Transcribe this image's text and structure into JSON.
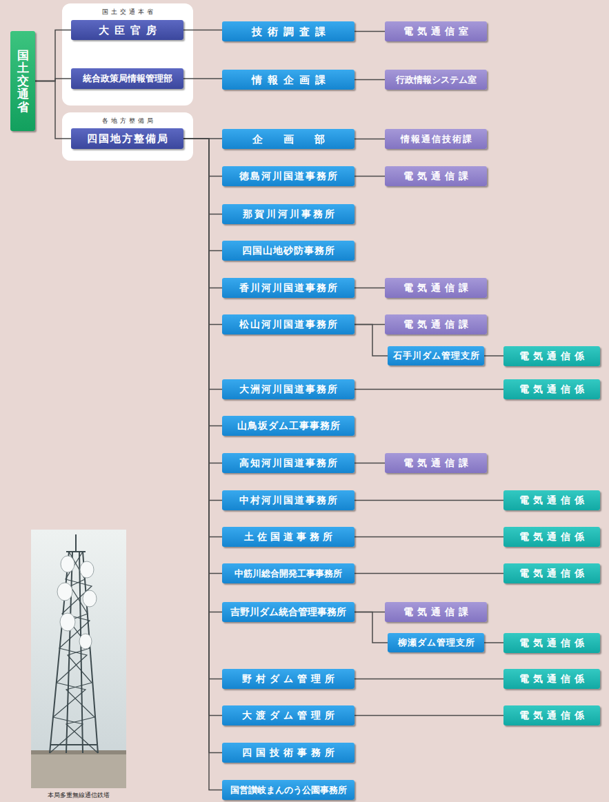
{
  "diagram": {
    "nodes": [
      {
        "text": [
          "国土交通省"
        ]
      },
      {
        "text": [
          "国土交通本省"
        ]
      },
      {
        "text": [
          "大臣官房"
        ],
        "in": 1
      },
      {
        "text": [
          "統合政策局情報管理部"
        ],
        "in": 1
      },
      {
        "text": [
          "技術調査課"
        ]
      },
      {
        "text": [
          "電気通信室"
        ]
      },
      {
        "text": [
          "情報企画課"
        ]
      },
      {
        "text": [
          "行政情報システム室"
        ]
      },
      {
        "text": [
          "各地方整備局"
        ]
      },
      {
        "text": [
          "四国地方整備局"
        ],
        "in": 8
      },
      {
        "text": [
          "企画部"
        ]
      },
      {
        "text": [
          "情報通信技術課"
        ]
      },
      {
        "text": [
          "徳島河川国道事務所"
        ]
      },
      {
        "text": [
          "電気通信課"
        ]
      },
      {
        "text": [
          "那賀川河川事務所"
        ]
      },
      {
        "text": [
          "四国山地砂防事務所"
        ]
      },
      {
        "text": [
          "香川河川国道事務所"
        ]
      },
      {
        "text": [
          "電気通信課"
        ]
      },
      {
        "text": [
          "松山河川国道事務所"
        ]
      },
      {
        "text": [
          "電気通信課"
        ]
      },
      {
        "text": [
          "石手川ダム管理支所"
        ]
      },
      {
        "text": [
          "電気通信係"
        ]
      },
      {
        "text": [
          "大洲河川国道事務所"
        ]
      },
      {
        "text": [
          "電気通信係"
        ]
      },
      {
        "text": [
          "山鳥坂ダム工事事務所"
        ]
      },
      {
        "text": [
          "高知河川国道事務所"
        ]
      },
      {
        "text": [
          "電気通信課"
        ]
      },
      {
        "text": [
          "中村河川国道事務所"
        ]
      },
      {
        "text": [
          "電気通信係"
        ]
      },
      {
        "text": [
          "土佐国道事務所"
        ]
      },
      {
        "text": [
          "電気通信係"
        ]
      },
      {
        "text": [
          "中筋川総合開発工事事務所"
        ]
      },
      {
        "text": [
          "電気通信係"
        ]
      },
      {
        "text": [
          "吉野川ダム統合管理事務所"
        ]
      },
      {
        "text": [
          "電気通信課"
        ]
      },
      {
        "text": [
          "柳瀬ダム管理支所"
        ]
      },
      {
        "text": [
          "電気通信係"
        ]
      },
      {
        "text": [
          "野村ダム管理所"
        ]
      },
      {
        "text": [
          "電気通信係"
        ]
      },
      {
        "text": [
          "大渡ダム管理所"
        ]
      },
      {
        "text": [
          "電気通信係"
        ]
      },
      {
        "text": [
          "四国技術事務所"
        ]
      },
      {
        "text": [
          "国営讃岐まんのう公園事務所"
        ]
      }
    ],
    "edges": [
      {
        "from": 0,
        "to": 2,
        "arrow": "none"
      },
      {
        "from": 0,
        "to": 3,
        "arrow": "none"
      },
      {
        "from": 0,
        "to": 9,
        "arrow": "none"
      },
      {
        "from": 2,
        "to": 4,
        "arrow": "none"
      },
      {
        "from": 4,
        "to": 5,
        "arrow": "none"
      },
      {
        "from": 3,
        "to": 6,
        "arrow": "none"
      },
      {
        "from": 6,
        "to": 7,
        "arrow": "none"
      },
      {
        "from": 9,
        "to": 10,
        "arrow": "none"
      },
      {
        "from": 10,
        "to": 11,
        "arrow": "none"
      },
      {
        "from": 9,
        "to": 12,
        "arrow": "none"
      },
      {
        "from": 12,
        "to": 13,
        "arrow": "none"
      },
      {
        "from": 9,
        "to": 14,
        "arrow": "none"
      },
      {
        "from": 9,
        "to": 15,
        "arrow": "none"
      },
      {
        "from": 9,
        "to": 16,
        "arrow": "none"
      },
      {
        "from": 16,
        "to": 17,
        "arrow": "none"
      },
      {
        "from": 9,
        "to": 18,
        "arrow": "none"
      },
      {
        "from": 18,
        "to": 19,
        "arrow": "none"
      },
      {
        "from": 18,
        "to": 20,
        "arrow": "none"
      },
      {
        "from": 20,
        "to": 21,
        "arrow": "none"
      },
      {
        "from": 9,
        "to": 22,
        "arrow": "none"
      },
      {
        "from": 22,
        "to": 23,
        "arrow": "none"
      },
      {
        "from": 9,
        "to": 24,
        "arrow": "none"
      },
      {
        "from": 9,
        "to": 25,
        "arrow": "none"
      },
      {
        "from": 25,
        "to": 26,
        "arrow": "none"
      },
      {
        "from": 9,
        "to": 27,
        "arrow": "none"
      },
      {
        "from": 27,
        "to": 28,
        "arrow": "none"
      },
      {
        "from": 9,
        "to": 29,
        "arrow": "none"
      },
      {
        "from": 29,
        "to": 30,
        "arrow": "none"
      },
      {
        "from": 9,
        "to": 31,
        "arrow": "none"
      },
      {
        "from": 31,
        "to": 32,
        "arrow": "none"
      },
      {
        "from": 9,
        "to": 33,
        "arrow": "none"
      },
      {
        "from": 33,
        "to": 34,
        "arrow": "none"
      },
      {
        "from": 33,
        "to": 35,
        "arrow": "none"
      },
      {
        "from": 35,
        "to": 36,
        "arrow": "none"
      },
      {
        "from": 9,
        "to": 37,
        "arrow": "none"
      },
      {
        "from": 37,
        "to": 38,
        "arrow": "none"
      },
      {
        "from": 9,
        "to": 39,
        "arrow": "none"
      },
      {
        "from": 39,
        "to": 40,
        "arrow": "none"
      },
      {
        "from": 9,
        "to": 41,
        "arrow": "none"
      },
      {
        "from": 9,
        "to": 42,
        "arrow": "none"
      }
    ],
    "labels": [
      "本局多重無線通信鉄塔"
    ]
  }
}
